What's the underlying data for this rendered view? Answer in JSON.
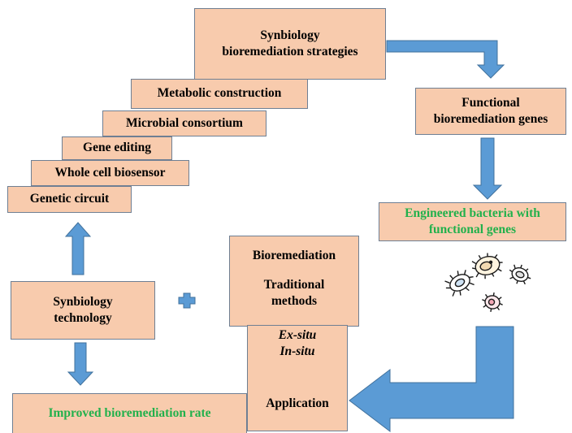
{
  "colors": {
    "box_fill": "#f8cbad",
    "box_border": "#6f7f93",
    "arrow": "#5b9bd5",
    "arrow_edge": "#41719c",
    "green_text": "#22b14c"
  },
  "top_box": {
    "line1": "Synbiology",
    "line2": "bioremediation strategies"
  },
  "stairs": {
    "metabolic": "Metabolic construction",
    "consortium": "Microbial consortium",
    "gene_editing": "Gene editing",
    "biosensor": "Whole cell biosensor",
    "circuit": "Genetic circuit"
  },
  "genes_box": {
    "line1": "Functional",
    "line2": "bioremediation genes"
  },
  "engineered_box": {
    "line1": "Engineered bacteria with",
    "line2": "functional genes"
  },
  "technology_box": {
    "line1": "Synbiology",
    "line2": "technology"
  },
  "traditional_box": {
    "line1": "Bioremediation",
    "line2": "Traditional",
    "line3": "methods"
  },
  "application_box": {
    "exsitu": "Ex-situ",
    "insitu": "In-situ",
    "label": "Application"
  },
  "improved_box": {
    "label": "Improved bioremediation rate"
  },
  "icons": [
    "bacteria-icon",
    "plus-icon"
  ]
}
